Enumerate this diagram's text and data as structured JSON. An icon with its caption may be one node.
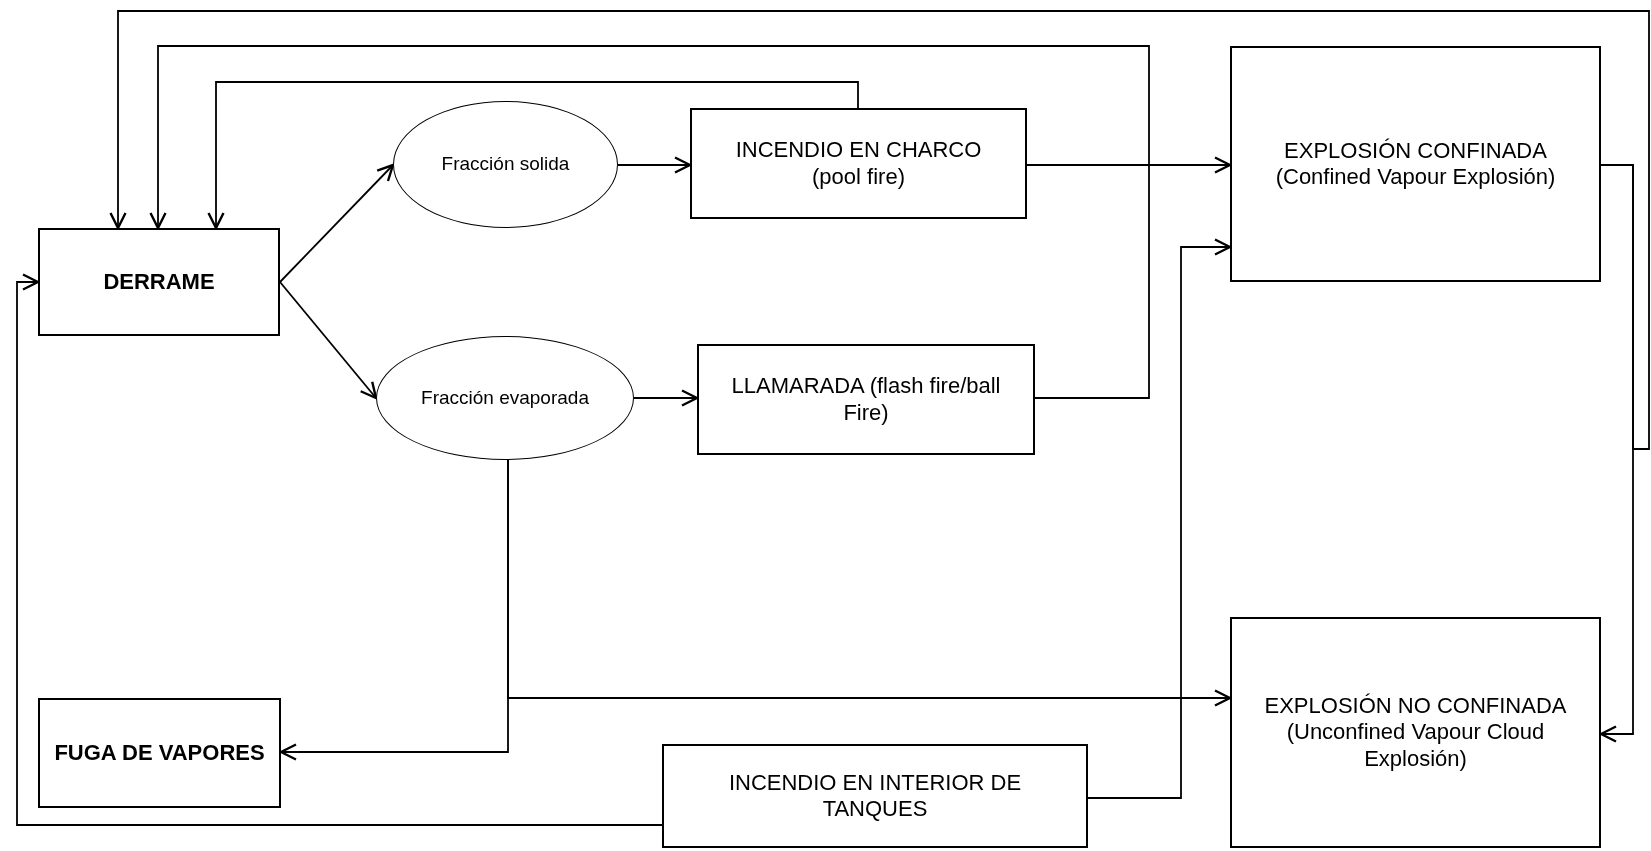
{
  "diagram": {
    "nodes": [
      {
        "text": [
          "DERRAME"
        ]
      },
      {
        "text": [
          "Fracción solida"
        ]
      },
      {
        "text": [
          "Fracción evaporada"
        ]
      },
      {
        "text": [
          "INCENDIO EN CHARCO (pool fire)"
        ]
      },
      {
        "text": [
          "LLAMARADA (flash fire/ball Fire)"
        ]
      },
      {
        "text": [
          "EXPLOSIÓN CONFINADA (Confined Vapour Explosión)"
        ]
      },
      {
        "text": [
          "FUGA DE VAPORES"
        ]
      },
      {
        "text": [
          "INCENDIO EN INTERIOR DE TANQUES"
        ]
      },
      {
        "text": [
          "EXPLOSIÓN NO CONFINADA (Unconfined Vapour Cloud Explosión)"
        ]
      }
    ],
    "edges": [
      {
        "from": 0,
        "to": 1,
        "arrow": "to"
      },
      {
        "from": 0,
        "to": 2,
        "arrow": "to"
      },
      {
        "from": 1,
        "to": 3,
        "arrow": "to"
      },
      {
        "from": 2,
        "to": 4,
        "arrow": "to"
      },
      {
        "from": 3,
        "to": 5,
        "arrow": "to"
      },
      {
        "from": 4,
        "to": 0,
        "arrow": "to"
      },
      {
        "from": 3,
        "to": 0,
        "arrow": "to"
      },
      {
        "from": 5,
        "to": 8,
        "arrow": "to"
      },
      {
        "from": 5,
        "to": 0,
        "arrow": "to"
      },
      {
        "from": 7,
        "to": 5,
        "arrow": "to"
      },
      {
        "from": 7,
        "to": 0,
        "arrow": "to"
      },
      {
        "from": 2,
        "to": 6,
        "arrow": "to"
      },
      {
        "from": 2,
        "to": 8,
        "arrow": "to"
      }
    ]
  }
}
